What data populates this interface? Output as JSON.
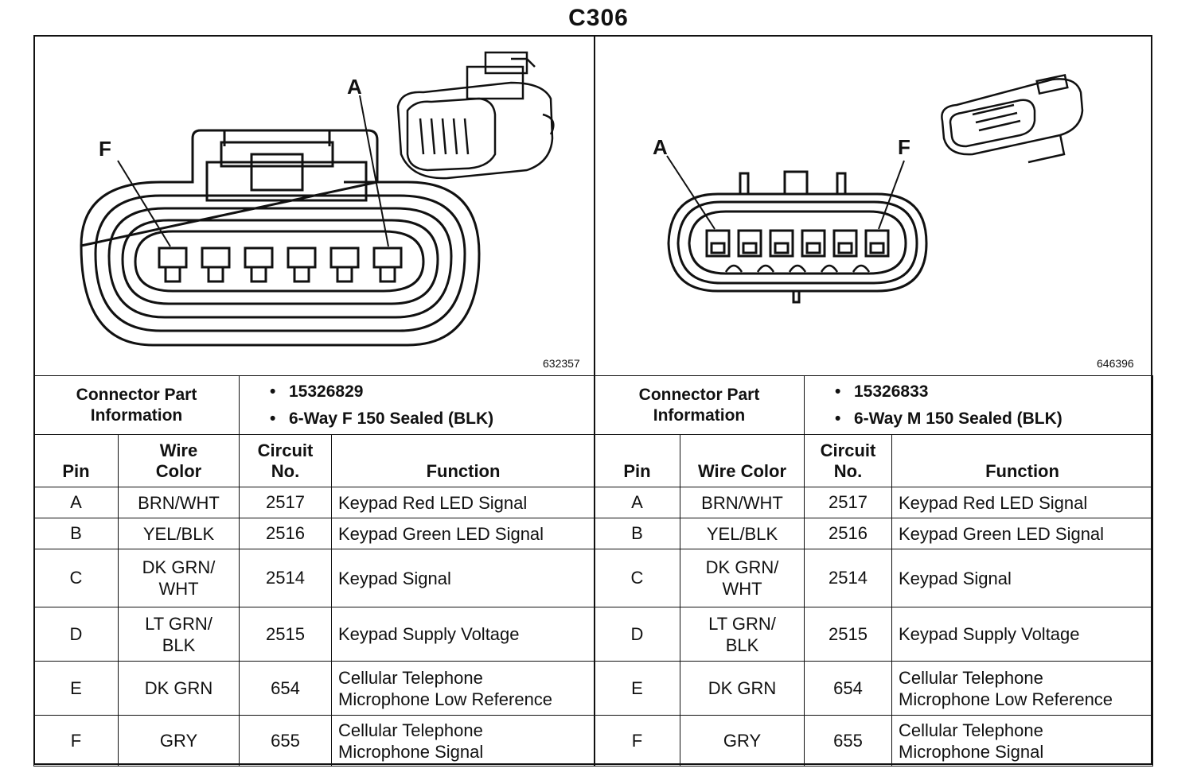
{
  "title": "C306",
  "left_panel": {
    "figure_id": "632357",
    "pin_label_left": "F",
    "pin_label_right": "A",
    "connector_part_label": [
      "Connector Part",
      "Information"
    ],
    "part_info": [
      "15326829",
      "6-Way F 150 Sealed (BLK)"
    ],
    "headers": {
      "pin": "Pin",
      "wire_color": [
        "Wire",
        "Color"
      ],
      "circuit": [
        "Circuit",
        "No."
      ],
      "function": "Function"
    },
    "rows": [
      {
        "pin": "A",
        "wire": [
          "BRN/WHT"
        ],
        "circuit": "2517",
        "function": [
          "Keypad Red LED Signal"
        ]
      },
      {
        "pin": "B",
        "wire": [
          "YEL/BLK"
        ],
        "circuit": "2516",
        "function": [
          "Keypad Green LED Signal"
        ]
      },
      {
        "pin": "C",
        "wire": [
          "DK GRN/",
          "WHT"
        ],
        "circuit": "2514",
        "function": [
          "Keypad Signal"
        ]
      },
      {
        "pin": "D",
        "wire": [
          "LT GRN/",
          "BLK"
        ],
        "circuit": "2515",
        "function": [
          "Keypad Supply Voltage"
        ]
      },
      {
        "pin": "E",
        "wire": [
          "DK GRN"
        ],
        "circuit": "654",
        "function": [
          "Cellular Telephone",
          "Microphone Low Reference"
        ]
      },
      {
        "pin": "F",
        "wire": [
          "GRY"
        ],
        "circuit": "655",
        "function": [
          "Cellular Telephone",
          "Microphone Signal"
        ]
      }
    ]
  },
  "right_panel": {
    "figure_id": "646396",
    "pin_label_left": "A",
    "pin_label_right": "F",
    "connector_part_label": [
      "Connector Part",
      "Information"
    ],
    "part_info": [
      "15326833",
      "6-Way M 150 Sealed (BLK)"
    ],
    "headers": {
      "pin": "Pin",
      "wire_color": [
        "Wire Color"
      ],
      "circuit": [
        "Circuit",
        "No."
      ],
      "function": "Function"
    },
    "rows": [
      {
        "pin": "A",
        "wire": [
          "BRN/WHT"
        ],
        "circuit": "2517",
        "function": [
          "Keypad Red LED Signal"
        ]
      },
      {
        "pin": "B",
        "wire": [
          "YEL/BLK"
        ],
        "circuit": "2516",
        "function": [
          "Keypad Green LED Signal"
        ]
      },
      {
        "pin": "C",
        "wire": [
          "DK GRN/",
          "WHT"
        ],
        "circuit": "2514",
        "function": [
          "Keypad Signal"
        ]
      },
      {
        "pin": "D",
        "wire": [
          "LT GRN/",
          "BLK"
        ],
        "circuit": "2515",
        "function": [
          "Keypad Supply Voltage"
        ]
      },
      {
        "pin": "E",
        "wire": [
          "DK GRN"
        ],
        "circuit": "654",
        "function": [
          "Cellular Telephone",
          "Microphone Low Reference"
        ]
      },
      {
        "pin": "F",
        "wire": [
          "GRY"
        ],
        "circuit": "655",
        "function": [
          "Cellular Telephone",
          "Microphone Signal"
        ]
      }
    ]
  }
}
